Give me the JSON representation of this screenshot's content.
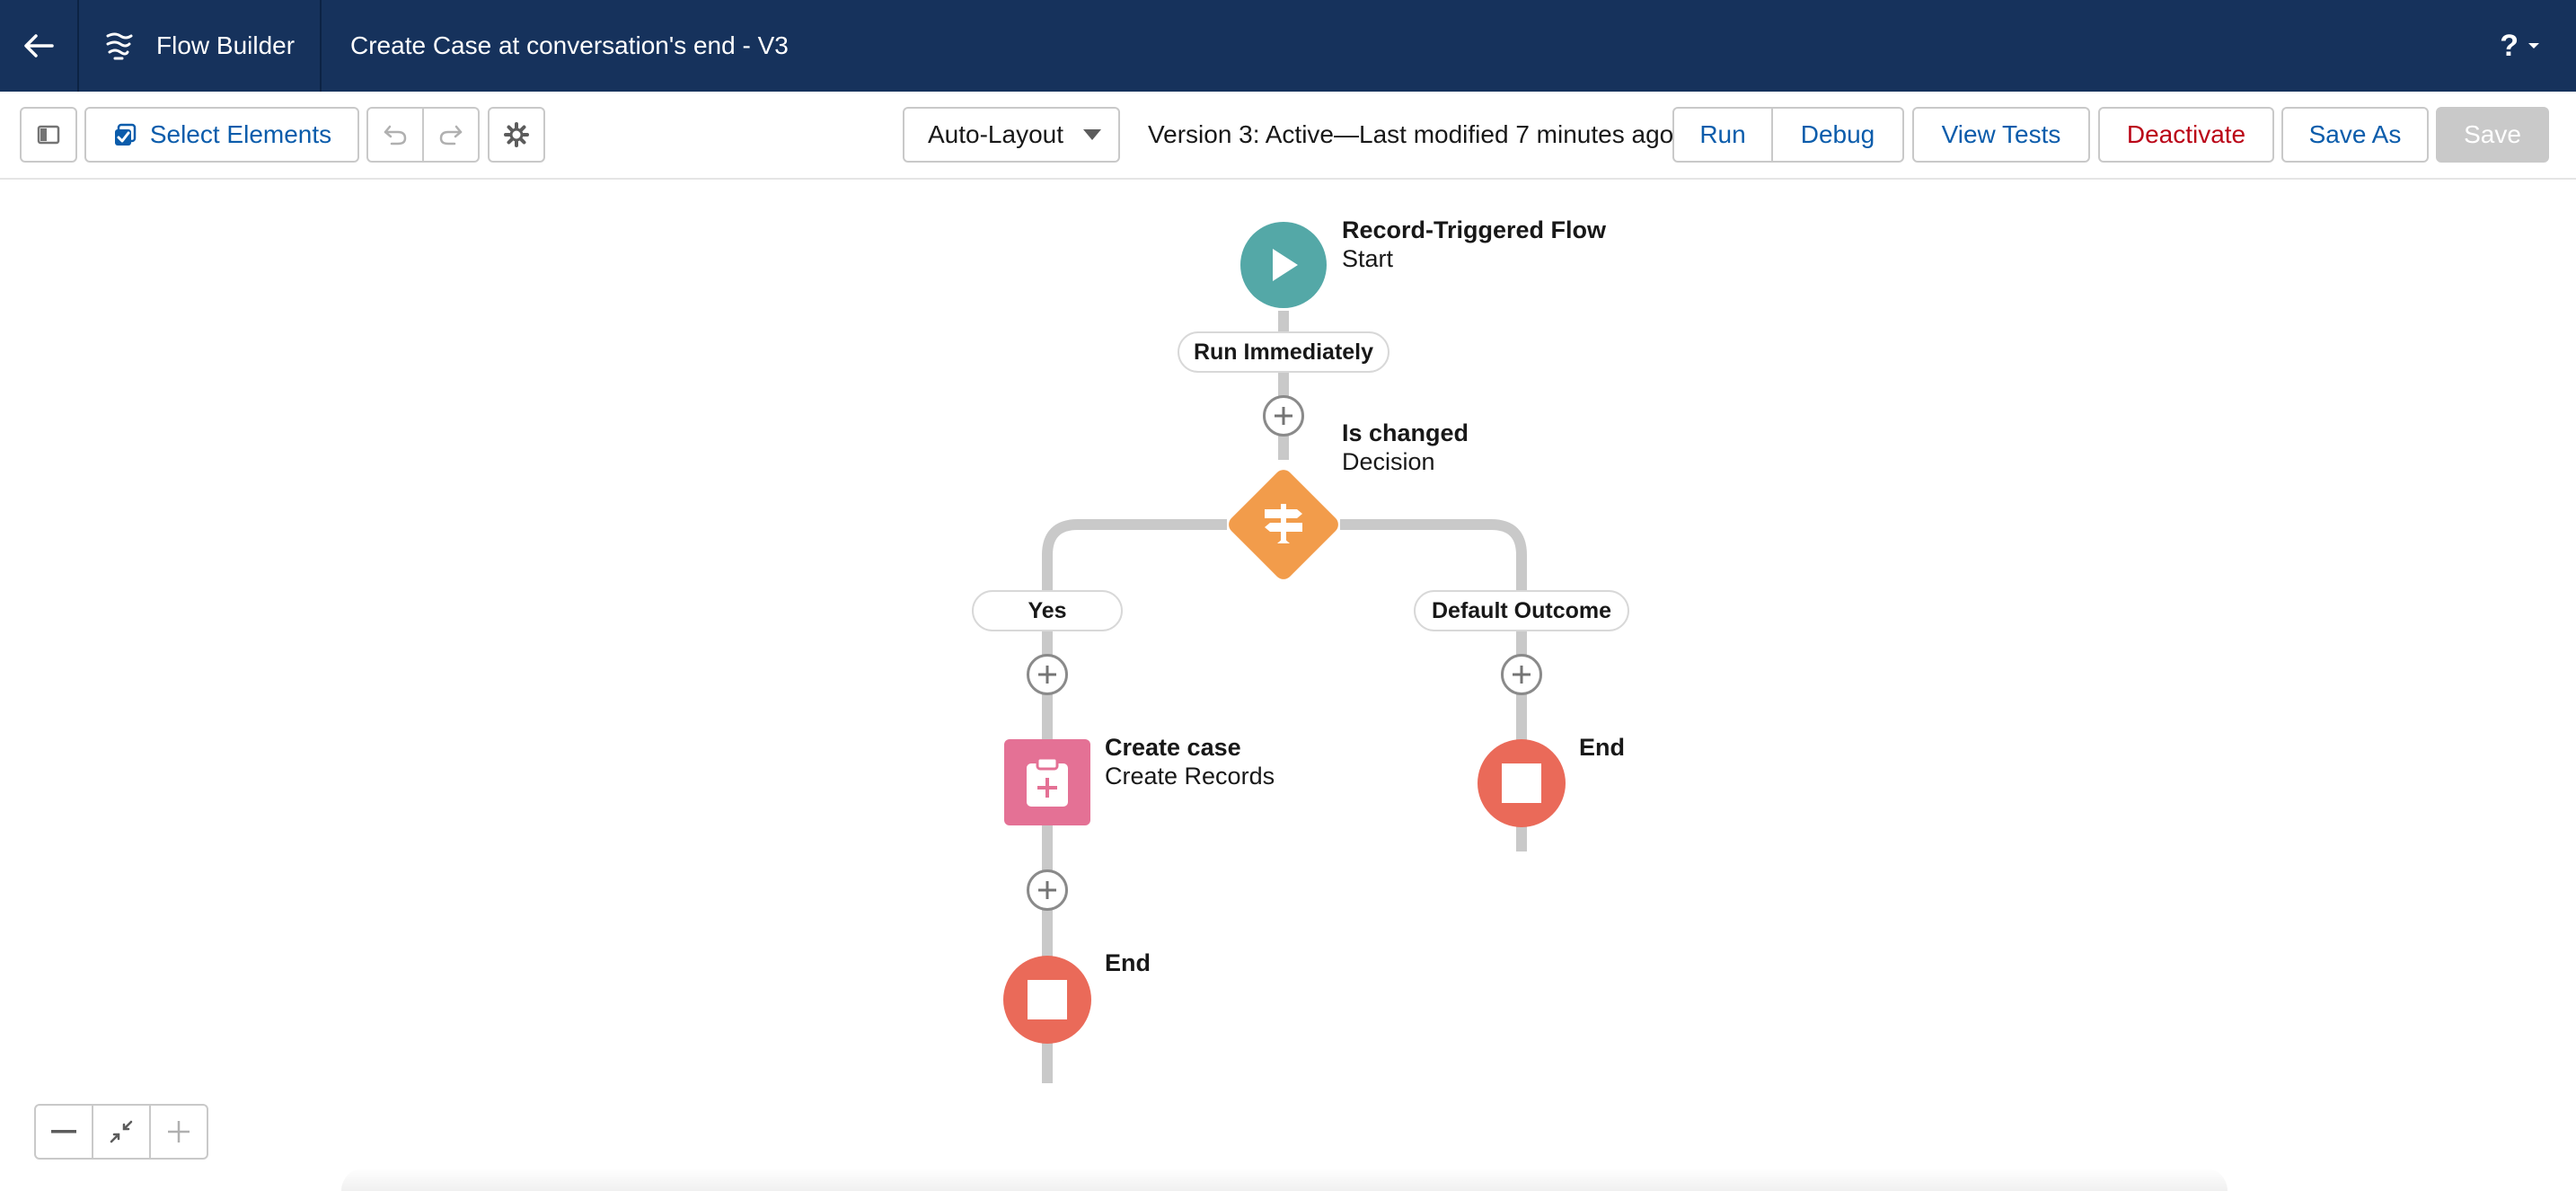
{
  "header": {
    "back_icon": "arrow-left-icon",
    "app_icon": "flow-builder-icon",
    "app_name": "Flow Builder",
    "flow_title": "Create Case at conversation's end - V3",
    "help_label": "?",
    "colors": {
      "background": "#16325c",
      "text": "#ffffff"
    }
  },
  "toolbar": {
    "toggle_panel_icon": "panel-toggle-icon",
    "select_elements_label": "Select Elements",
    "undo_icon": "undo-icon",
    "redo_icon": "redo-icon",
    "settings_icon": "gear-icon",
    "layout_select": {
      "value": "Auto-Layout"
    },
    "version_status": "Version 3: Active—Last modified 7 minutes ago",
    "run_label": "Run",
    "debug_label": "Debug",
    "view_tests_label": "View Tests",
    "deactivate_label": "Deactivate",
    "save_as_label": "Save As",
    "save_label": "Save"
  },
  "flow": {
    "start": {
      "title": "Record-Triggered Flow",
      "subtitle": "Start",
      "color": "#54a8a7",
      "icon": "play-icon"
    },
    "run_path_label": "Run Immediately",
    "decision": {
      "title": "Is changed",
      "subtitle": "Decision",
      "color": "#f29c4b",
      "icon": "decision-icon"
    },
    "outcomes": {
      "yes": "Yes",
      "default": "Default Outcome"
    },
    "create_case": {
      "title": "Create case",
      "subtitle": "Create Records",
      "color": "#e47195",
      "icon": "create-record-icon"
    },
    "end_left": {
      "title": "End",
      "color": "#ea6a59",
      "icon": "stop-icon"
    },
    "end_right": {
      "title": "End",
      "color": "#ea6a59",
      "icon": "stop-icon"
    }
  },
  "zoom_controls": {
    "zoom_out_icon": "minus-icon",
    "fit_icon": "fit-to-view-icon",
    "zoom_in_icon": "plus-icon"
  }
}
